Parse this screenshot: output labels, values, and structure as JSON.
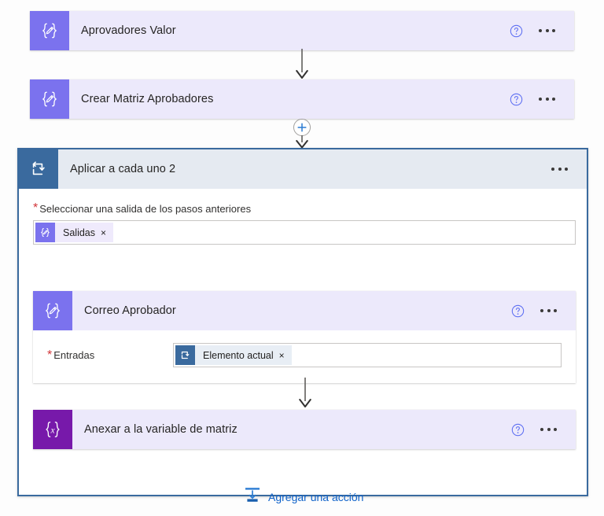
{
  "flow": {
    "steps": [
      {
        "id": "aprovadores-valor",
        "title": "Aprovadores Valor",
        "icon": "compose-braces-pencil-icon",
        "icon_glyph": "{✐}",
        "icon_color": "#7b72ee",
        "help_icon": "help-circle-icon",
        "menu_icon": "ellipsis-icon"
      },
      {
        "id": "crear-matriz-aprobadores",
        "title": "Crear Matriz Aprobadores",
        "icon": "compose-braces-pencil-icon",
        "icon_glyph": "{✐}",
        "icon_color": "#7b72ee",
        "help_icon": "help-circle-icon",
        "menu_icon": "ellipsis-icon"
      }
    ],
    "insert_button": {
      "icon": "plus-icon",
      "color": "#2b7cd3"
    },
    "scope": {
      "title": "Aplicar a cada uno 2",
      "icon": "loop-repeat-icon",
      "icon_color": "#3a6a9e",
      "border_color": "#3a6a9e",
      "menu_icon": "ellipsis-icon",
      "select_output": {
        "label": "Seleccionar una salida de los pasos anteriores",
        "required": true,
        "required_marker": "*",
        "token": {
          "label": "Salidas",
          "icon": "compose-braces-pencil-icon",
          "icon_glyph": "{✐}",
          "icon_color": "#7b72ee",
          "remove_icon": "close-x-icon",
          "remove_label": "×"
        }
      },
      "actions": [
        {
          "id": "correo-aprobador",
          "title": "Correo Aprobador",
          "icon": "compose-braces-pencil-icon",
          "icon_glyph": "{✐}",
          "icon_color": "#7b72ee",
          "help_icon": "help-circle-icon",
          "menu_icon": "ellipsis-icon",
          "expanded": true,
          "field": {
            "label": "Entradas",
            "required": true,
            "required_marker": "*",
            "token": {
              "label": "Elemento actual",
              "icon": "loop-repeat-icon",
              "icon_color": "#3a6a9e",
              "remove_icon": "close-x-icon",
              "remove_label": "×"
            }
          }
        },
        {
          "id": "anexar-variable-matriz",
          "title": "Anexar a la variable de matriz",
          "icon": "variable-braces-x-icon",
          "icon_glyph": "{x}",
          "icon_color": "#7719aa",
          "help_icon": "help-circle-icon",
          "menu_icon": "ellipsis-icon"
        }
      ],
      "add_action": {
        "label": "Agregar una acción",
        "icon": "insert-step-icon",
        "color": "#0f62c9"
      }
    }
  }
}
